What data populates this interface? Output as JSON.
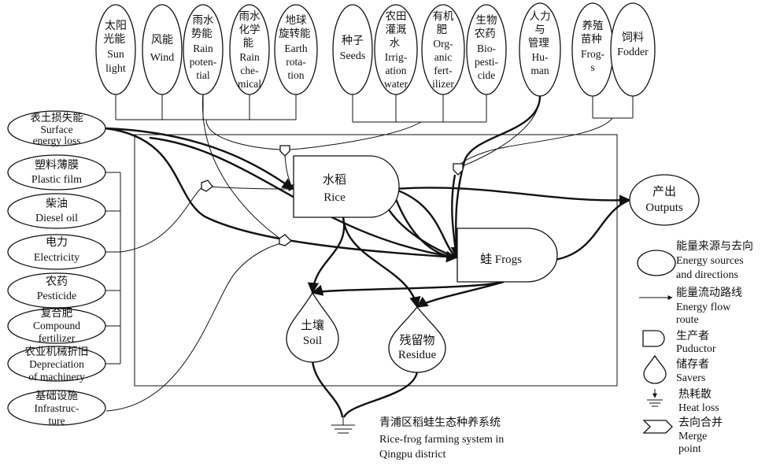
{
  "top_sources": [
    {
      "zh": "太阳光能",
      "en": "Sun light"
    },
    {
      "zh": "风能",
      "en": "Wind"
    },
    {
      "zh": "雨水势能",
      "en": "Rain potential"
    },
    {
      "zh": "雨水化学能",
      "en": "Rain chemical"
    },
    {
      "zh": "地球旋转能",
      "en": "Earth rotation"
    },
    {
      "zh": "种子",
      "en": "Seeds"
    },
    {
      "zh": "农田灌溉水",
      "en": "Irrigation water"
    },
    {
      "zh": "有机肥",
      "en": "Organic fertilizer"
    },
    {
      "zh": "生物农药",
      "en": "Bio-pesticide"
    },
    {
      "zh": "人力与管理",
      "en": "Human"
    },
    {
      "zh": "养殖苗种",
      "en": "Frogs"
    },
    {
      "zh": "饲料",
      "en": "Fodder"
    }
  ],
  "left_sources": [
    {
      "zh": "表土损失能",
      "en": "Surface energy loss"
    },
    {
      "zh": "塑料薄膜",
      "en": "Plastic film"
    },
    {
      "zh": "柴油",
      "en": "Diesel oil"
    },
    {
      "zh": "电力",
      "en": "Electricity"
    },
    {
      "zh": "农药",
      "en": "Pesticide"
    },
    {
      "zh": "复合肥",
      "en": "Compound fertilizer"
    },
    {
      "zh": "农业机械折旧",
      "en": "Depreciation of machinery"
    },
    {
      "zh": "基础设施",
      "en": "Infrastructure"
    }
  ],
  "producers": {
    "rice": {
      "zh": "水稻",
      "en": "Rice"
    },
    "frogs": {
      "zh": "蛙",
      "en": "Frogs"
    }
  },
  "savers": {
    "soil": {
      "zh": "土壤",
      "en": "Soil"
    },
    "residue": {
      "zh": "残留物",
      "en": "Residue"
    }
  },
  "outputs": {
    "zh": "产出",
    "en": "Outputs"
  },
  "system_label": {
    "zh": "青浦区稻蛙生态种养系统",
    "en1": "Rice-frog farming system in",
    "en2": "Qingpu district"
  },
  "legend": [
    {
      "key": "source",
      "zh": "能量来源与去向",
      "en1": "Energy sources",
      "en2": "and directions"
    },
    {
      "key": "flow",
      "zh": "能量流动路线",
      "en1": "Energy flow",
      "en2": "route"
    },
    {
      "key": "producer",
      "zh": "生产者",
      "en1": "Puductor",
      "en2": ""
    },
    {
      "key": "saver",
      "zh": "储存者",
      "en1": "Savers",
      "en2": ""
    },
    {
      "key": "heat",
      "zh": "热耗散",
      "en1": "Heat loss",
      "en2": ""
    },
    {
      "key": "merge",
      "zh": "去向合并",
      "en1": "Merge",
      "en2": "point"
    }
  ]
}
